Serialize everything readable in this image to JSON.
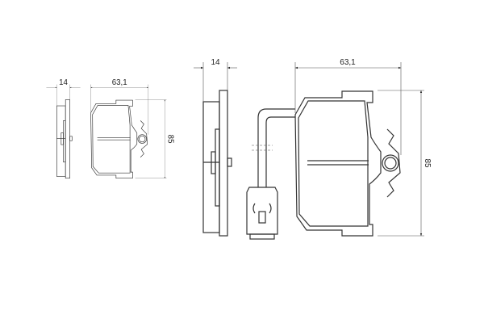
{
  "small_drawing": {
    "thickness_label": "14",
    "width_label": "63,1",
    "height_label": "85"
  },
  "large_drawing": {
    "thickness_label": "14",
    "width_label": "63,1",
    "height_label": "85"
  },
  "colors": {
    "line": "#333333",
    "background": "#ffffff"
  }
}
